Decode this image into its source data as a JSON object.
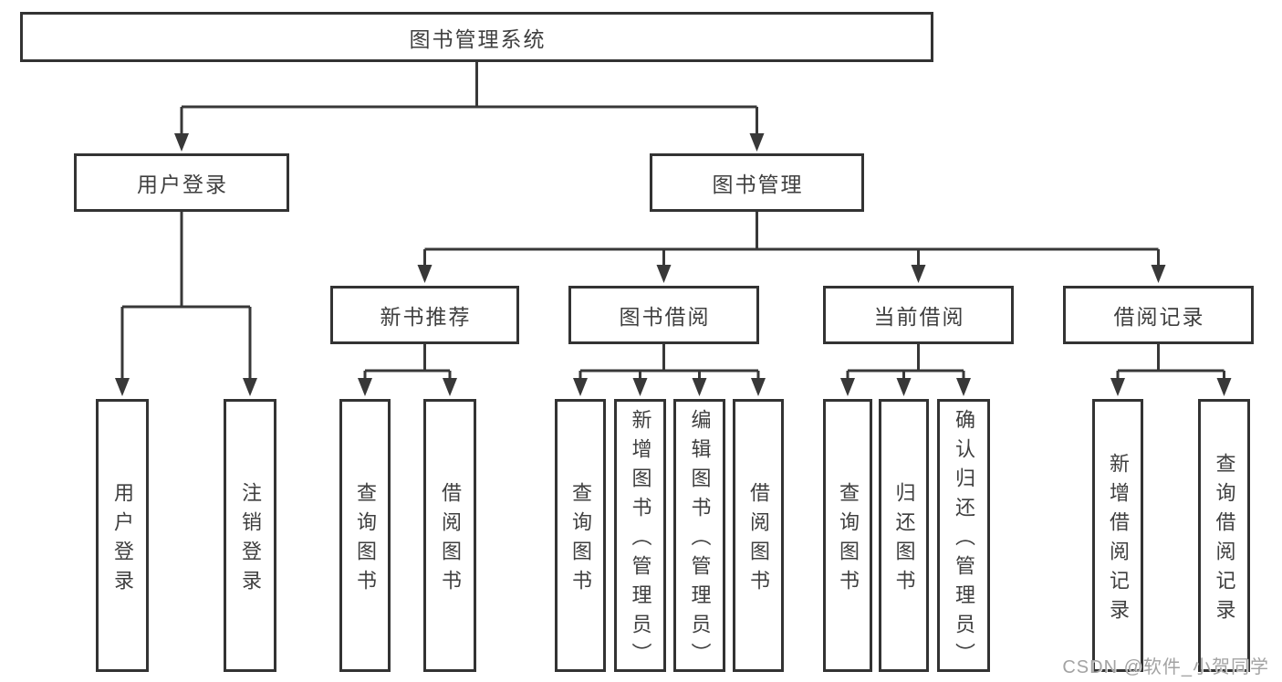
{
  "tree": {
    "label": "图书管理系统",
    "children": [
      {
        "label": "用户登录",
        "children": [
          {
            "label": "用户登录"
          },
          {
            "label": "注销登录"
          }
        ]
      },
      {
        "label": "图书管理",
        "children": [
          {
            "label": "新书推荐",
            "children": [
              {
                "label": "查询图书"
              },
              {
                "label": "借阅图书"
              }
            ]
          },
          {
            "label": "图书借阅",
            "children": [
              {
                "label": "查询图书"
              },
              {
                "label": "新增图书（管理员）"
              },
              {
                "label": "编辑图书（管理员）"
              },
              {
                "label": "借阅图书"
              }
            ]
          },
          {
            "label": "当前借阅",
            "children": [
              {
                "label": "查询图书"
              },
              {
                "label": "归还图书"
              },
              {
                "label": "确认归还（管理员）"
              }
            ]
          },
          {
            "label": "借阅记录",
            "children": [
              {
                "label": "新增借阅记录"
              },
              {
                "label": "查询借阅记录"
              }
            ]
          }
        ]
      }
    ]
  },
  "watermark": {
    "text": "CSDN @软件_小贺同学"
  },
  "colors": {
    "line": "#383838",
    "box_border": "#333333",
    "text": "#3f3f3f",
    "watermark": "#a3a3a3",
    "background": "#ffffff"
  }
}
